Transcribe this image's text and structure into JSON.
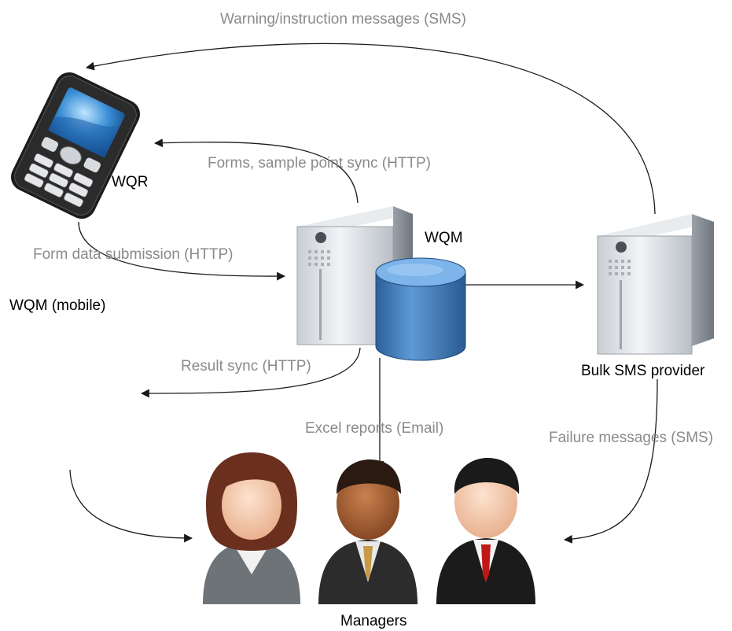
{
  "colors": {
    "edge_label": "#8a8a8a",
    "node_label": "#000000",
    "arrow": "#1a1a1a",
    "database": "#3f7fc0",
    "server": "#d9dde2",
    "phone": "#1c1c1c"
  },
  "nodes": {
    "phone": {
      "label": "WQR",
      "icon": "mobile-phone-icon"
    },
    "mobile_app": {
      "label": "WQM (mobile)"
    },
    "server": {
      "label": "WQM",
      "icon": "server-with-database-icon"
    },
    "sms_provider": {
      "label": "Bulk SMS provider",
      "icon": "server-icon"
    },
    "managers": {
      "label": "Managers",
      "icon": "people-group-icon"
    }
  },
  "edges": {
    "warning_sms": "Warning/instruction messages (SMS)",
    "forms_sync": "Forms, sample point sync (HTTP)",
    "form_submission": "Form data submission (HTTP)",
    "result_sync": "Result sync (HTTP)",
    "excel_reports": "Excel reports (Email)",
    "failure_sms": "Failure messages (SMS)"
  }
}
